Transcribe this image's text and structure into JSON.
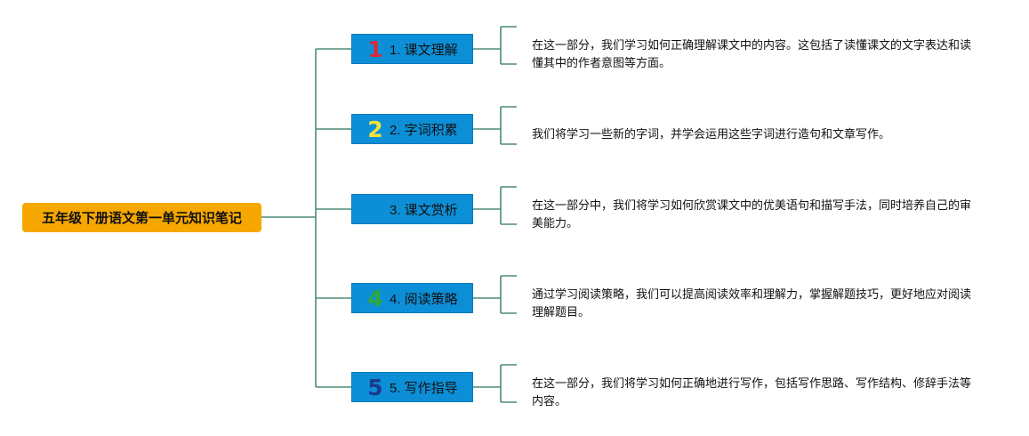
{
  "root": {
    "label": "五年级下册语文第一单元知识笔记"
  },
  "branches": [
    {
      "badge": "1",
      "badge_color": "#d42c3c",
      "label": "1. 课文理解",
      "note": "在这一部分，我们学习如何正确理解课文中的内容。这包括了读懂课文的文字表达和读懂其中的作者意图等方面。"
    },
    {
      "badge": "2",
      "badge_color": "#f2e23a",
      "label": "2. 字词积累",
      "note": "我们将学习一些新的字词，并学会运用这些字词进行造句和文章写作。"
    },
    {
      "badge": "",
      "badge_color": "",
      "label": "3. 课文赏析",
      "note": "在这一部分中，我们将学习如何欣赏课文中的优美语句和描写手法，同时培养自己的审美能力。"
    },
    {
      "badge": "4",
      "badge_color": "#2ea83a",
      "label": "4. 阅读策略",
      "note": "通过学习阅读策略，我们可以提高阅读效率和理解力，掌握解题技巧，更好地应对阅读理解题目。"
    },
    {
      "badge": "5",
      "badge_color": "#1a3a8c",
      "label": "5. 写作指导",
      "note": "在这一部分，我们将学习如何正确地进行写作，包括写作思路、写作结构、修辞手法等内容。"
    }
  ],
  "colors": {
    "connector": "#4d8a7a",
    "root_fill": "#f6a800",
    "branch_fill": "#0d8fd8"
  }
}
